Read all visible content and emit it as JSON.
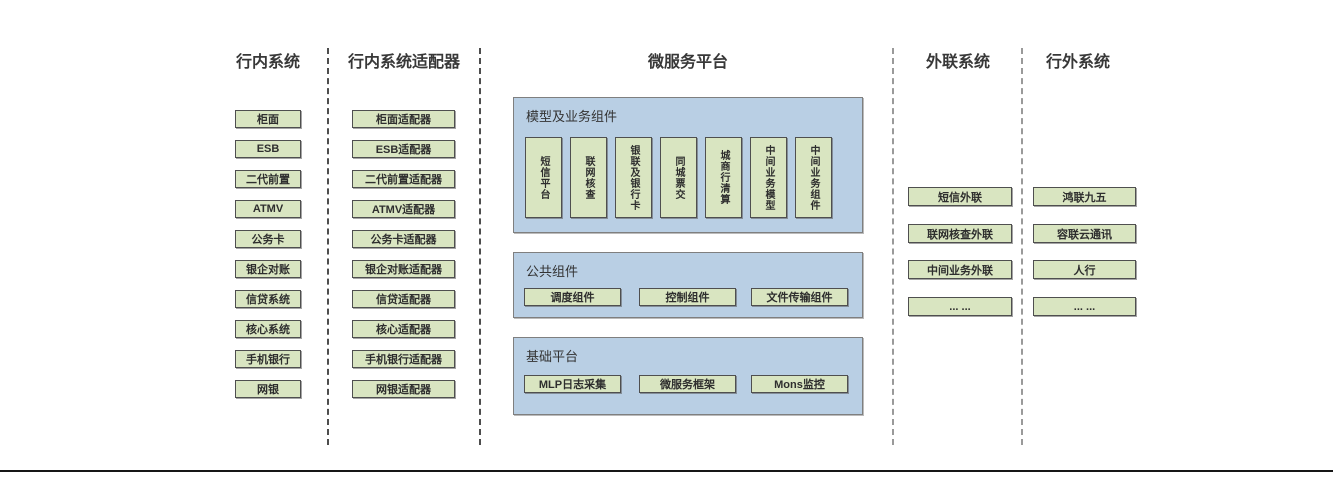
{
  "colors": {
    "node_fill": "#d9e5c1",
    "node_border": "#4f4f4f",
    "panel_fill": "#b9cfe4",
    "panel_border": "#7f7f7f",
    "separator_dark": "#4d4d4d",
    "separator_gray": "#9a9a9a",
    "bottom_rule": "#161616"
  },
  "columns": {
    "internal": {
      "title": "行内系统",
      "items": [
        "柜面",
        "ESB",
        "二代前置",
        "ATMV",
        "公务卡",
        "银企对账",
        "信贷系统",
        "核心系统",
        "手机银行",
        "网银"
      ]
    },
    "adapters": {
      "title": "行内系统适配器",
      "items": [
        "柜面适配器",
        "ESB适配器",
        "二代前置适配器",
        "ATMV适配器",
        "公务卡适配器",
        "银企对账适配器",
        "信贷适配器",
        "核心适配器",
        "手机银行适配器",
        "网银适配器"
      ]
    },
    "platform": {
      "title": "微服务平台",
      "sections": {
        "model": {
          "title": "模型及业务组件",
          "items": [
            "短信平台",
            "联网核查",
            "银联及银行卡",
            "同城票交",
            "城商行清算",
            "中间业务模型",
            "中间业务组件"
          ]
        },
        "common": {
          "title": "公共组件",
          "items": [
            "调度组件",
            "控制组件",
            "文件传输组件"
          ]
        },
        "base": {
          "title": "基础平台",
          "items": [
            "MLP日志采集",
            "微服务框架",
            "Mons监控"
          ]
        }
      }
    },
    "external_link": {
      "title": "外联系统",
      "items": [
        "短信外联",
        "联网核查外联",
        "中间业务外联",
        "... ..."
      ]
    },
    "outside": {
      "title": "行外系统",
      "items": [
        "鸿联九五",
        "容联云通讯",
        "人行",
        "... ..."
      ]
    }
  }
}
